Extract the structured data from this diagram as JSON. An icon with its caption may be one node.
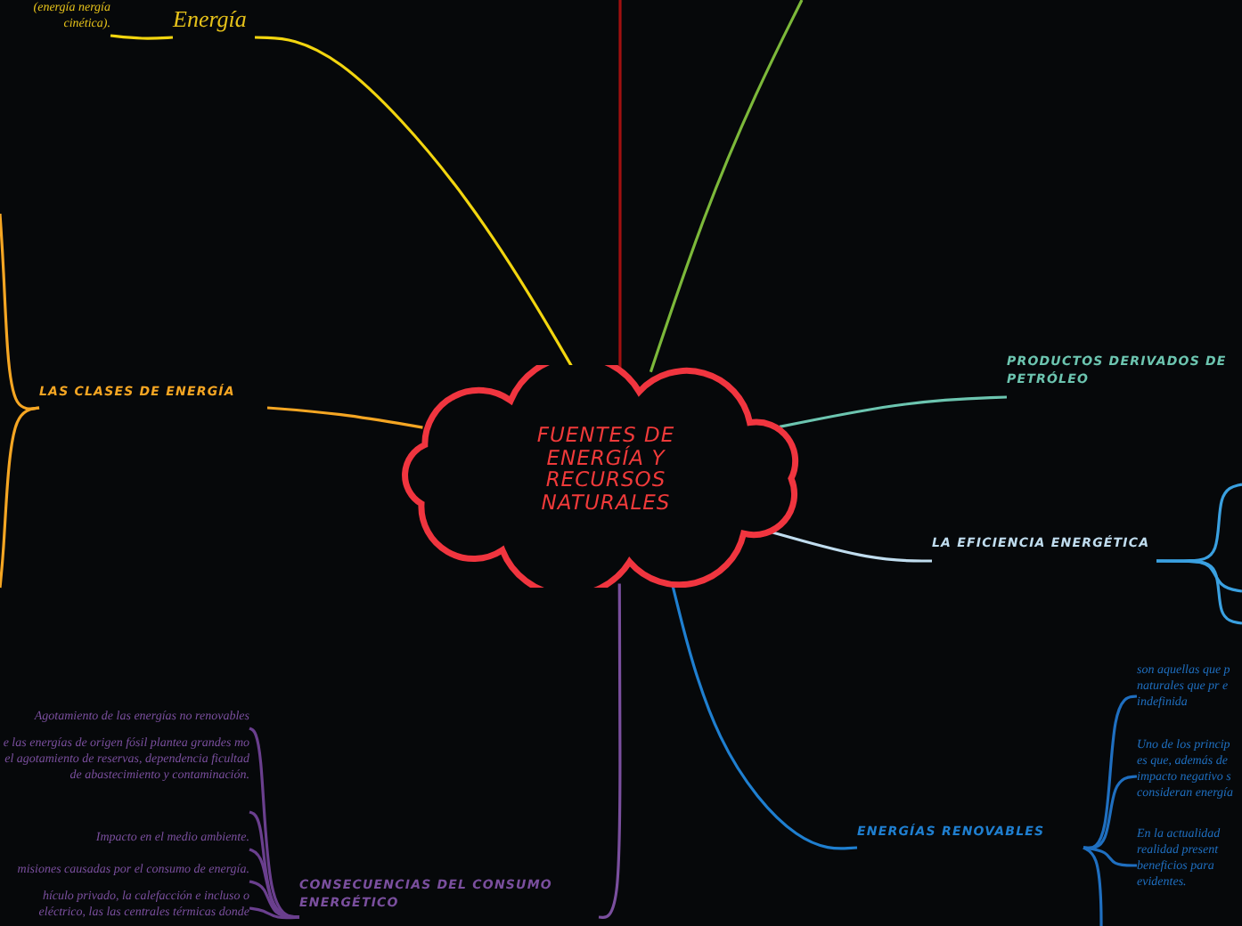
{
  "diagram": {
    "nodes": [
      {
        "text": [
          "FUENTES DE ENERGÍA Y RECURSOS NATURALES"
        ]
      },
      {
        "text": [
          "Energía"
        ]
      },
      {
        "text": [
          "(energía nergía cinética)."
        ]
      },
      {
        "text": [
          "LAS CLASES DE ENERGÍA"
        ]
      },
      {
        "text": [
          "PRODUCTOS DERIVADOS DE PETRÓLEO"
        ]
      },
      {
        "text": [
          "LA EFICIENCIA ENERGÉTICA"
        ]
      },
      {
        "text": [
          "ENERGÍAS RENOVABLES"
        ]
      },
      {
        "text": [
          "son aquellas que p naturales que pr e indefinida"
        ]
      },
      {
        "text": [
          "Uno de los princip es que, además de impacto negativo s consideran energía"
        ]
      },
      {
        "text": [
          "En la actualidad realidad present beneficios para evidentes."
        ]
      },
      {
        "text": [
          "CONSECUENCIAS DEL CONSUMO ENERGÉTICO"
        ]
      },
      {
        "text": [
          "Agotamiento de las energías no renovables"
        ]
      },
      {
        "text": [
          "e las energías de origen fósil plantea grandes mo el agotamiento de reservas, dependencia ficultad de abastecimiento y contaminación."
        ]
      },
      {
        "text": [
          "Impacto en el medio ambiente."
        ]
      },
      {
        "text": [
          "misiones causadas por el consumo de energía."
        ]
      },
      {
        "text": [
          "hículo privado, la calefacción e incluso o eléctrico, las las centrales térmicas donde"
        ]
      }
    ],
    "edges": [
      {
        "from": 0,
        "to": 1,
        "arrow": "none",
        "color": "#f2d50f"
      },
      {
        "from": 1,
        "to": 2,
        "arrow": "none",
        "color": "#f2d50f"
      },
      {
        "from": 0,
        "to": 3,
        "arrow": "none",
        "color": "#f5a623"
      },
      {
        "from": 3,
        "to": null,
        "arrow": "none",
        "color": "#f5a623"
      },
      {
        "from": 3,
        "to": null,
        "arrow": "none",
        "color": "#f5a623"
      },
      {
        "from": 0,
        "to": null,
        "arrow": "none",
        "color": "#a01010"
      },
      {
        "from": 0,
        "to": null,
        "arrow": "none",
        "color": "#7cb83a"
      },
      {
        "from": 0,
        "to": 4,
        "arrow": "none",
        "color": "#6cc5b0"
      },
      {
        "from": 0,
        "to": 5,
        "arrow": "none",
        "color": "#c0ddef"
      },
      {
        "from": 5,
        "to": null,
        "arrow": "none",
        "color": "#3aa0e0"
      },
      {
        "from": 5,
        "to": null,
        "arrow": "none",
        "color": "#3aa0e0"
      },
      {
        "from": 5,
        "to": null,
        "arrow": "none",
        "color": "#3aa0e0"
      },
      {
        "from": 0,
        "to": 6,
        "arrow": "none",
        "color": "#1f7fd0"
      },
      {
        "from": 6,
        "to": 7,
        "arrow": "none",
        "color": "#1f6fc0"
      },
      {
        "from": 6,
        "to": 8,
        "arrow": "none",
        "color": "#1f6fc0"
      },
      {
        "from": 6,
        "to": 9,
        "arrow": "none",
        "color": "#1f6fc0"
      },
      {
        "from": 6,
        "to": null,
        "arrow": "none",
        "color": "#1f6fc0"
      },
      {
        "from": 0,
        "to": 10,
        "arrow": "none",
        "color": "#7a4f9e"
      },
      {
        "from": 10,
        "to": 11,
        "arrow": "none",
        "color": "#6a3f8e"
      },
      {
        "from": 10,
        "to": 12,
        "arrow": "none",
        "color": "#6a3f8e"
      },
      {
        "from": 10,
        "to": 13,
        "arrow": "none",
        "color": "#6a3f8e"
      },
      {
        "from": 10,
        "to": 14,
        "arrow": "none",
        "color": "#6a3f8e"
      },
      {
        "from": 10,
        "to": 15,
        "arrow": "none",
        "color": "#6a3f8e"
      }
    ]
  }
}
